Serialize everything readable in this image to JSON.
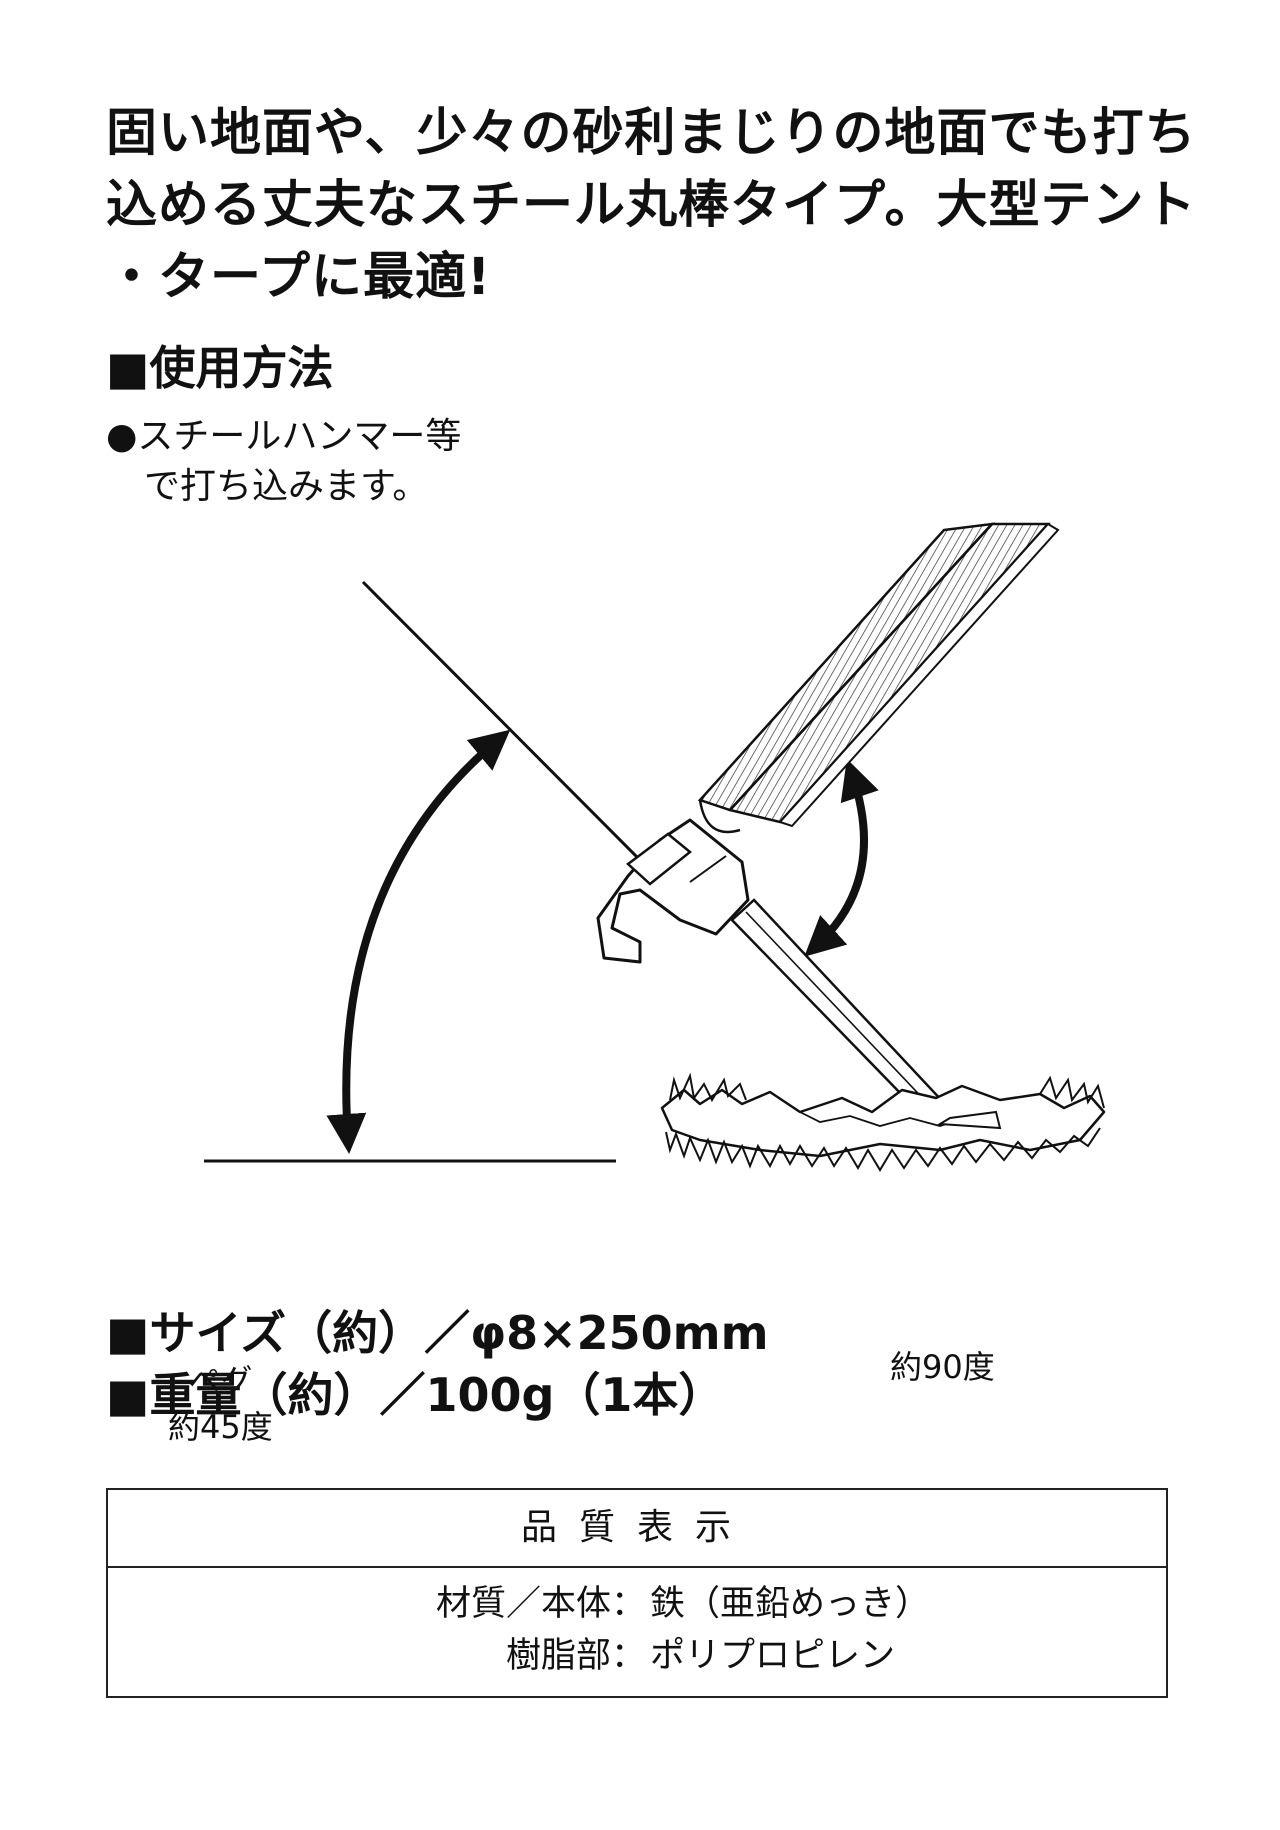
{
  "intro": {
    "lines": [
      "固い地面や、少々の砂利まじりの地面でも打ち",
      "込める丈夫なスチール丸棒タイプ。大型テント",
      "・タープに最適!"
    ]
  },
  "usage": {
    "title": "■使用方法",
    "lines": [
      "●スチールハンマー等",
      "で打ち込みます。"
    ]
  },
  "diagram": {
    "peg_label_line1": "ペグ",
    "peg_label_line2": "約45度",
    "rope_label": "約90度"
  },
  "specs": {
    "size": "■サイズ（約）／φ8×250mm",
    "weight": "■重量（約）／100g（1本）"
  },
  "quality": {
    "header": "品質表示",
    "rows": [
      {
        "label": "材質／本体：",
        "value": "鉄（亜鉛めっき）"
      },
      {
        "label": "樹脂部：",
        "value": "ポリプロピレン"
      }
    ]
  }
}
